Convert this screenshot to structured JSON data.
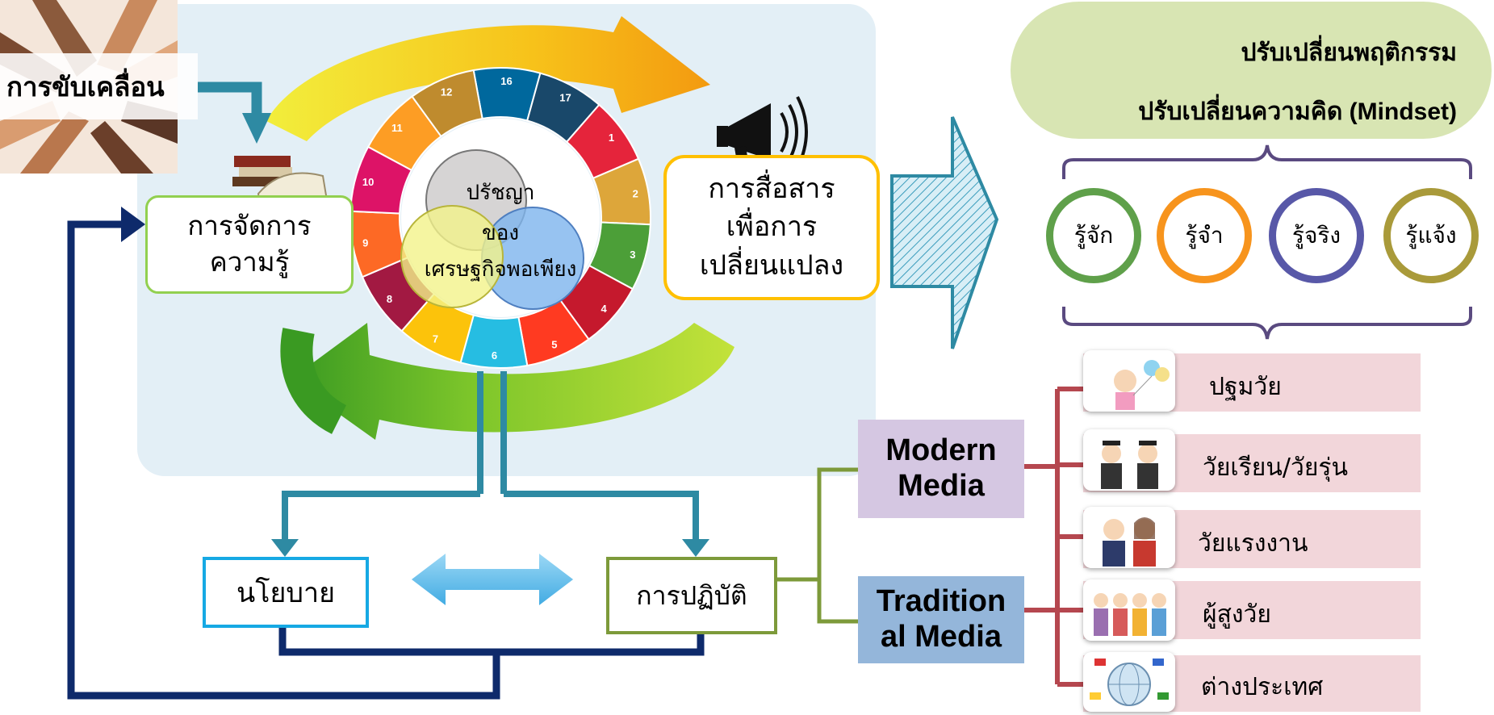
{
  "drive_label": "การขับเคลื่อน",
  "knowledge_mgmt": {
    "line1": "การจัดการ",
    "line2": "ความรู้"
  },
  "philosophy": {
    "line1": "ปรัชญา",
    "line2": "ของ",
    "line3": "เศรษฐกิจพอเพียง"
  },
  "communication": {
    "line1": "การสื่อสาร",
    "line2": "เพื่อการ",
    "line3": "เปลี่ยนแปลง"
  },
  "policy": "นโยบาย",
  "practice": "การปฏิบัติ",
  "mindset": {
    "line1": "ปรับเปลี่ยนพฤติกรรม",
    "line2": "ปรับเปลี่ยนความคิด (Mindset)"
  },
  "steps": [
    "รู้จัก",
    "รู้จำ",
    "รู้จริง",
    "รู้แจ้ง"
  ],
  "media": {
    "modern": {
      "line1": "Modern",
      "line2": "Media"
    },
    "traditional": {
      "line1": "Tradition",
      "line2": "al Media"
    }
  },
  "age_groups": [
    "ปฐมวัย",
    "วัยเรียน/วัยรุ่น",
    "วัยแรงงาน",
    "ผู้สูงวัย",
    "ต่างประเทศ"
  ],
  "sdg_goals": [
    {
      "num": "1",
      "color": "#e5243b"
    },
    {
      "num": "2",
      "color": "#dda63a"
    },
    {
      "num": "3",
      "color": "#4c9f38"
    },
    {
      "num": "4",
      "color": "#c5192d"
    },
    {
      "num": "5",
      "color": "#ff3a21"
    },
    {
      "num": "6",
      "color": "#26bde2"
    },
    {
      "num": "7",
      "color": "#fcc30b"
    },
    {
      "num": "8",
      "color": "#a21942"
    },
    {
      "num": "9",
      "color": "#fd6925"
    },
    {
      "num": "10",
      "color": "#dd1367"
    },
    {
      "num": "11",
      "color": "#fd9d24"
    },
    {
      "num": "12",
      "color": "#bf8b2e"
    },
    {
      "num": "16",
      "color": "#00689d"
    },
    {
      "num": "17",
      "color": "#19486a"
    }
  ],
  "colors": {
    "panel": "#e3eff6",
    "navy_flow": "#0e2a6b",
    "teal_flow": "#2e8aa3",
    "olive_connector": "#7d9a3a",
    "red_connector": "#b5474f"
  }
}
